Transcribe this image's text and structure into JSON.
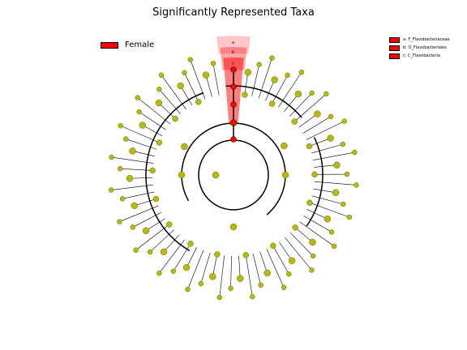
{
  "title": "Significantly Represented Taxa",
  "legend_group": {
    "label": "Female",
    "color": "#ff0000"
  },
  "clade_legend": [
    {
      "key": "a",
      "text": "a: F_Flavobacteriaceae"
    },
    {
      "key": "b",
      "text": "b: O_Flavobacteriales"
    },
    {
      "key": "c",
      "text": "c: C_Flavobacteria"
    }
  ],
  "highlight_labels": [
    "a",
    "b",
    "c"
  ],
  "colors": {
    "node": "#b5b818",
    "node_stroke": "#6e6e00",
    "highlight_node": "#ff0000",
    "highlight_wedge": "#ff0000",
    "edge": "#000000"
  },
  "tree": {
    "phylum_count": 5,
    "highlighted_lineage": [
      "C_Flavobacteria",
      "O_Flavobacteriales",
      "F_Flavobacteriaceae"
    ]
  }
}
